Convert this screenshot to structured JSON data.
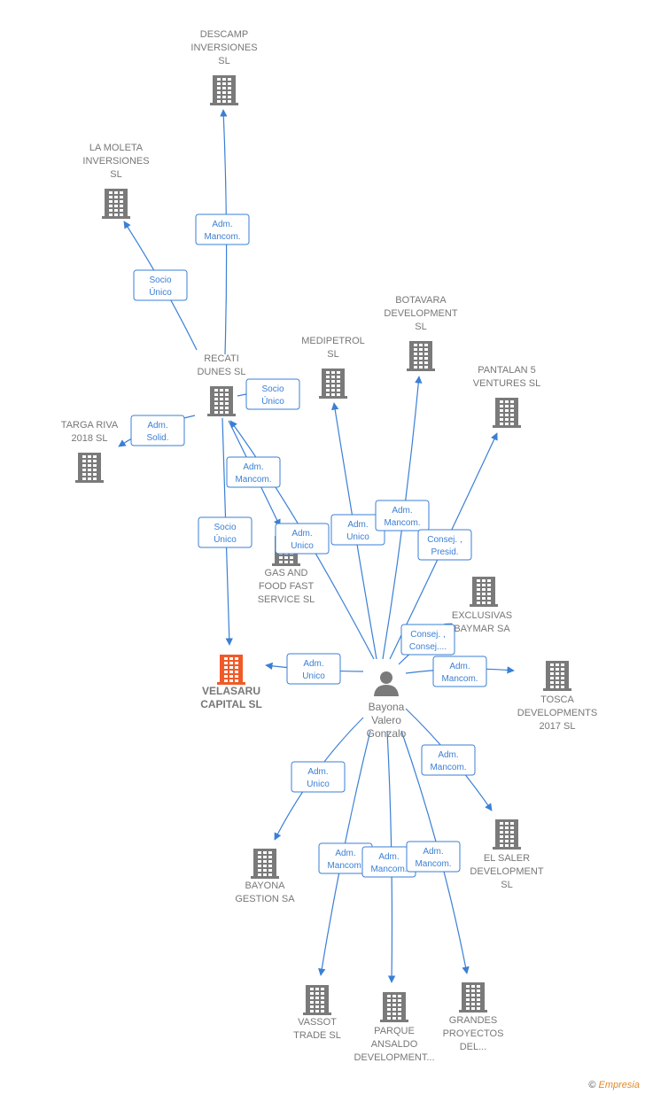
{
  "colors": {
    "edge": "#3a7fd5",
    "building": "#7a7a7a",
    "highlight": "#f05a28",
    "person": "#7a7a7a"
  },
  "nodes": [
    {
      "id": "descamp",
      "icon": "building-icon",
      "label": [
        "DESCAMP",
        "INVERSIONES",
        "SL"
      ]
    },
    {
      "id": "lamoleta",
      "icon": "building-icon",
      "label": [
        "LA MOLETA",
        "INVERSIONES",
        "SL"
      ]
    },
    {
      "id": "recati",
      "icon": "building-icon",
      "label": [
        "RECATI",
        "DUNES  SL"
      ]
    },
    {
      "id": "targa",
      "icon": "building-icon",
      "label": [
        "TARGA RIVA",
        "2018  SL"
      ]
    },
    {
      "id": "medipetrol",
      "icon": "building-icon",
      "label": [
        "MEDIPETROL",
        "SL"
      ]
    },
    {
      "id": "botavara",
      "icon": "building-icon",
      "label": [
        "BOTAVARA",
        "DEVELOPMENT",
        "SL"
      ]
    },
    {
      "id": "pantalan",
      "icon": "building-icon",
      "label": [
        "PANTALAN 5",
        "VENTURES  SL"
      ]
    },
    {
      "id": "gasfood",
      "icon": "building-icon",
      "label": [
        "GAS AND",
        "FOOD FAST",
        "SERVICE SL"
      ]
    },
    {
      "id": "exclusivas",
      "icon": "building-icon",
      "label": [
        "EXCLUSIVAS",
        "BAYMAR SA"
      ]
    },
    {
      "id": "velasaru",
      "icon": "building-icon",
      "label": [
        "VELASARU",
        "CAPITAL  SL"
      ],
      "main": true
    },
    {
      "id": "person",
      "icon": "person-icon",
      "label": [
        "Bayona",
        "Valero",
        "Gonzalo"
      ],
      "person": true
    },
    {
      "id": "tosca",
      "icon": "building-icon",
      "label": [
        "TOSCA",
        "DEVELOPMENTS",
        "2017  SL"
      ]
    },
    {
      "id": "bayonagestion",
      "icon": "building-icon",
      "label": [
        "BAYONA",
        "GESTION SA"
      ]
    },
    {
      "id": "elsaler",
      "icon": "building-icon",
      "label": [
        "EL SALER",
        "DEVELOPMENT",
        "SL"
      ]
    },
    {
      "id": "vassot",
      "icon": "building-icon",
      "label": [
        "VASSOT",
        "TRADE SL"
      ]
    },
    {
      "id": "parque",
      "icon": "building-icon",
      "label": [
        "PARQUE",
        "ANSALDO",
        "DEVELOPMENT..."
      ]
    },
    {
      "id": "grandes",
      "icon": "building-icon",
      "label": [
        "GRANDES",
        "PROYECTOS",
        "DEL..."
      ]
    }
  ],
  "edges": [
    {
      "from": "recati",
      "to": "descamp",
      "label": [
        "Adm.",
        "Mancom."
      ]
    },
    {
      "from": "recati",
      "to": "lamoleta",
      "label": [
        "Socio",
        "Único"
      ]
    },
    {
      "from": "recati",
      "to": "medipetrol",
      "label": [
        "Socio",
        "Único"
      ]
    },
    {
      "from": "recati",
      "to": "targa",
      "label": [
        "Adm.",
        "Solid."
      ]
    },
    {
      "from": "recati",
      "to": "gasfood",
      "label": [
        "Adm.",
        "Mancom."
      ]
    },
    {
      "from": "recati",
      "to": "velasaru",
      "label": [
        "Socio",
        "Único"
      ]
    },
    {
      "from": "person",
      "to": "recati",
      "label": [
        "Adm.",
        "Unico"
      ]
    },
    {
      "from": "person",
      "to": "medipetrol",
      "label": [
        "Adm.",
        "Unico"
      ]
    },
    {
      "from": "person",
      "to": "botavara",
      "label": [
        "Adm.",
        "Mancom."
      ]
    },
    {
      "from": "person",
      "to": "pantalan",
      "label": [
        "Consej. ,",
        "Presid."
      ]
    },
    {
      "from": "person",
      "to": "exclusivas",
      "label": [
        "Consej. ,",
        "Consej...."
      ]
    },
    {
      "from": "person",
      "to": "velasaru",
      "label": [
        "Adm.",
        "Unico"
      ]
    },
    {
      "from": "person",
      "to": "tosca",
      "label": [
        "Adm.",
        "Mancom."
      ]
    },
    {
      "from": "person",
      "to": "elsaler",
      "label": [
        "Adm.",
        "Mancom."
      ]
    },
    {
      "from": "person",
      "to": "bayonagestion",
      "label": [
        "Adm.",
        "Unico"
      ]
    },
    {
      "from": "person",
      "to": "vassot",
      "label": [
        "Adm.",
        "Mancom."
      ]
    },
    {
      "from": "person",
      "to": "parque",
      "label": [
        "Adm.",
        "Mancom."
      ]
    },
    {
      "from": "person",
      "to": "grandes",
      "label": [
        "Adm.",
        "Mancom."
      ]
    }
  ],
  "credit": {
    "symbol": "©",
    "brand": "Empresia"
  }
}
